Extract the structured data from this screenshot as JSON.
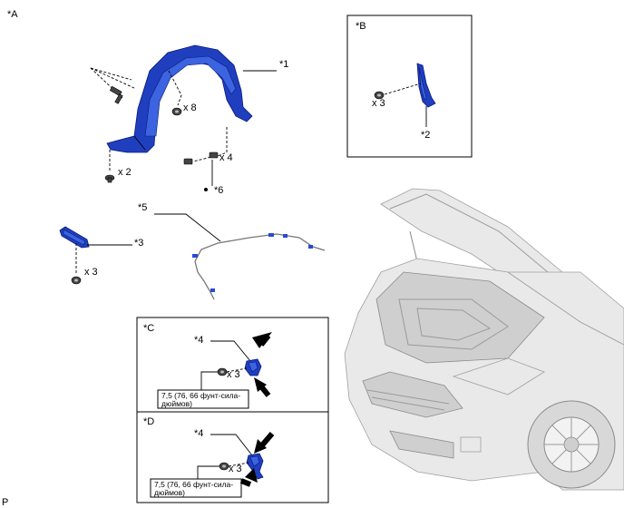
{
  "labels": {
    "view_a": "*A",
    "view_b": "*B",
    "view_c": "*C",
    "view_d": "*D",
    "part_1": "*1",
    "part_2": "*2",
    "part_3": "*3",
    "part_4_c": "*4",
    "part_4_d": "*4",
    "part_5": "*5",
    "part_6": "*6",
    "corner": "P"
  },
  "quantities": {
    "liner_clips": "x 8",
    "liner_bottom": "x 2",
    "liner_bolts": "x 4",
    "bracket_b": "x 3",
    "bracket_3": "x 3",
    "bolt_c": "x 3",
    "bolt_d": "x 3"
  },
  "torque": {
    "c_line1": "7,5 (76, 66 фунт-сила-",
    "c_line2": "дюймов)",
    "d_line1": "7,5 (76, 66 фунт-сила-",
    "d_line2": "дюймов)"
  },
  "colors": {
    "part_blue": "#1f3fbf",
    "outline": "#000000",
    "car_gray": "#9a9a9a"
  }
}
